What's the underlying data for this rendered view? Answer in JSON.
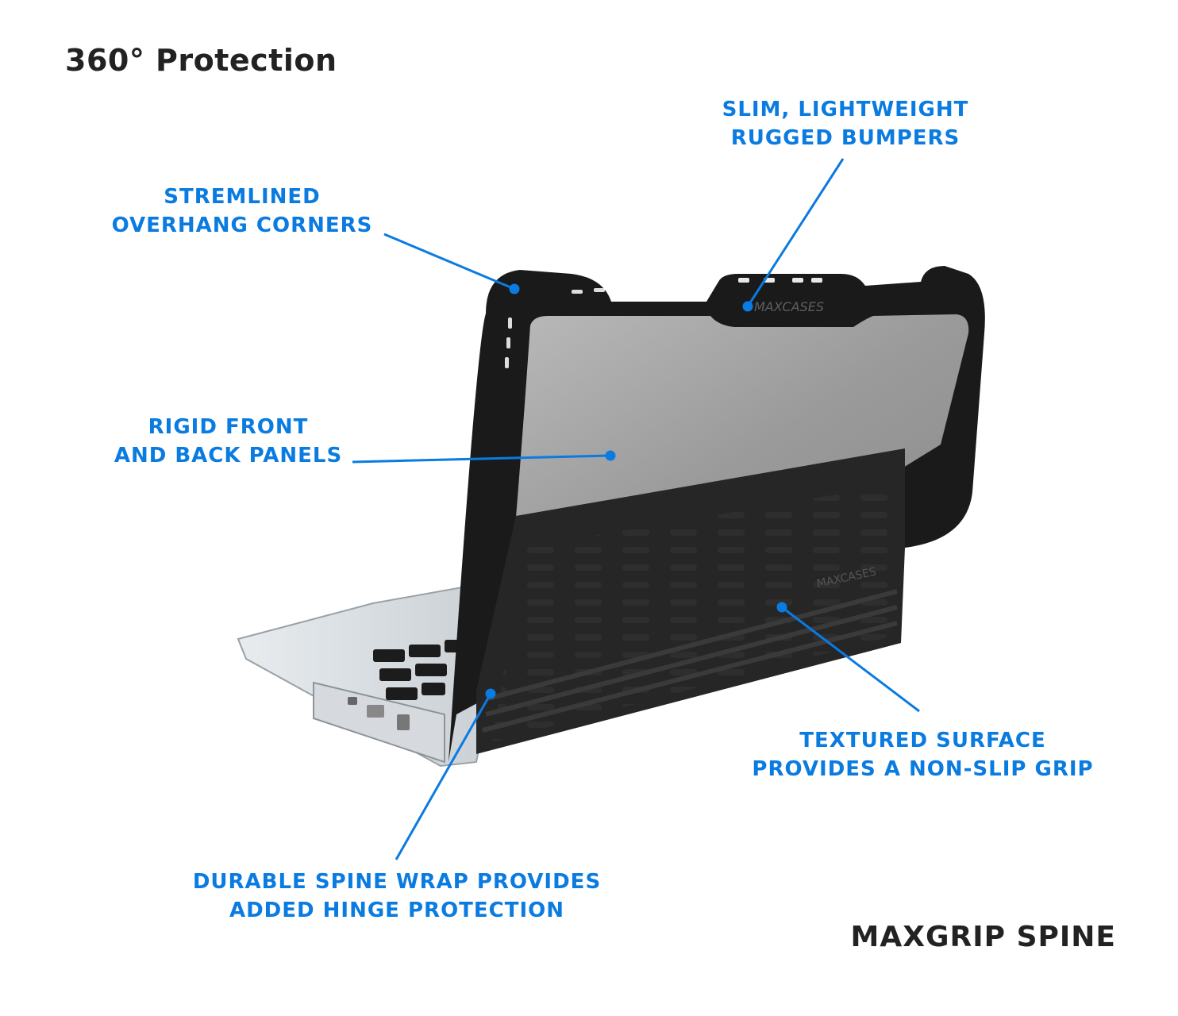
{
  "title": "360° Protection",
  "footer": "MAXGRIP SPINE",
  "brand_mark": "MAXCASES",
  "accent_color": "#0a7be0",
  "callouts": {
    "bumpers": {
      "line1": "SLIM, LIGHTWEIGHT",
      "line2": "RUGGED BUMPERS"
    },
    "corners": {
      "line1": "STREMLINED",
      "line2": "OVERHANG CORNERS"
    },
    "panels": {
      "line1": "RIGID FRONT",
      "line2": "AND BACK PANELS"
    },
    "surface": {
      "line1": "TEXTURED SURFACE",
      "line2": "PROVIDES A NON-SLIP GRIP"
    },
    "spine": {
      "line1": "DURABLE SPINE WRAP PROVIDES",
      "line2": "ADDED HINGE PROTECTION"
    }
  }
}
